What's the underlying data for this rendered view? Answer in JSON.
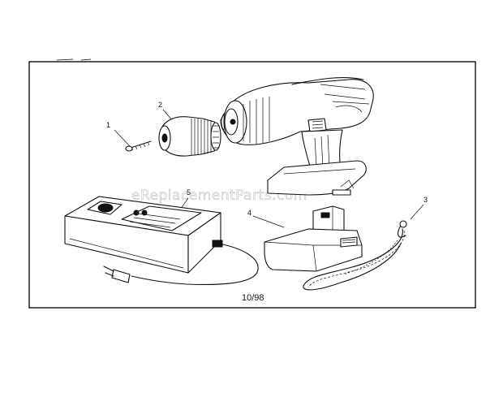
{
  "watermark": "eReplacementParts.com",
  "date_code": "10/98",
  "callouts": [
    {
      "id": "1",
      "label": "1"
    },
    {
      "id": "2",
      "label": "2"
    },
    {
      "id": "3",
      "label": "3"
    },
    {
      "id": "4",
      "label": "4"
    },
    {
      "id": "5",
      "label": "5"
    }
  ]
}
